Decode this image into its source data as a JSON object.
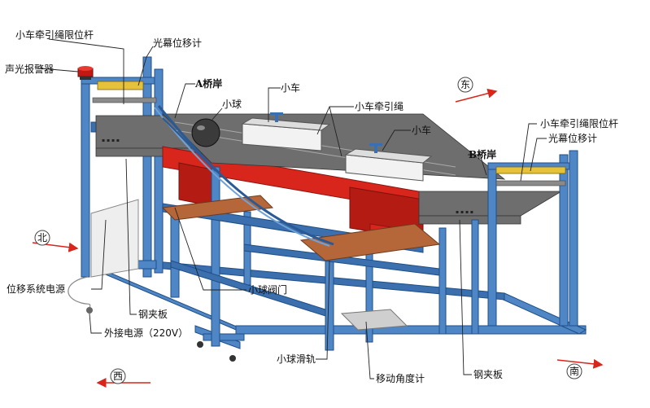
{
  "labels": {
    "rope_limit_rod_left": "小车牵引绳限位杆",
    "light_curtain_left": "光幕位移计",
    "alarm": "声光报警器",
    "bridge_a": "A桥岸",
    "ball": "小球",
    "cart_top": "小车",
    "rope": "小车牵引绳",
    "cart_mid": "小车",
    "rope_limit_rod_right": "小车牵引绳限位杆",
    "light_curtain_right": "光幕位移计",
    "bridge_b": "B桥岸",
    "ball_valve": "小球阀门",
    "displacement_power": "位移系统电源",
    "clamp_left": "钢夹板",
    "external_power": "外接电源（220V）",
    "ball_rail": "小球滑轨",
    "angle_meter": "移动角度计",
    "clamp_right": "钢夹板",
    "dir_north": "北",
    "dir_east": "东",
    "dir_west": "西",
    "dir_south": "南"
  },
  "colors": {
    "frame": "#4f86c6",
    "girder": "#d8261c",
    "arrow": "#d8261c",
    "platform": "#b5673a"
  }
}
